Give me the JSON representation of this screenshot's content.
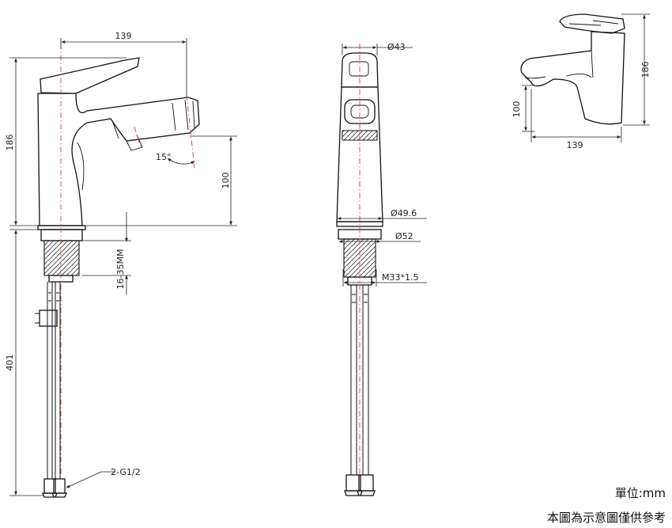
{
  "drawing": {
    "front_view": {
      "width_label": "139",
      "height_label": "186",
      "spout_height_label": "100",
      "angle_label": "15°",
      "thickness_label": "16-35MM",
      "hose_length_label": "401",
      "connector_label": "2-G1/2"
    },
    "side_view": {
      "top_diameter_label": "Ø43",
      "base_diameter_label": "Ø49.6",
      "flange_diameter_label": "Ø52",
      "thread_label": "M33*1.5"
    },
    "thumbnail": {
      "height_label": "186",
      "spout_height_label": "100",
      "width_label": "139"
    }
  },
  "notes": {
    "unit": "單位:mm",
    "disclaimer": "本圖為示意圖僅供參考"
  },
  "colors": {
    "outline": "#111111",
    "centerline": "#dd4444"
  }
}
